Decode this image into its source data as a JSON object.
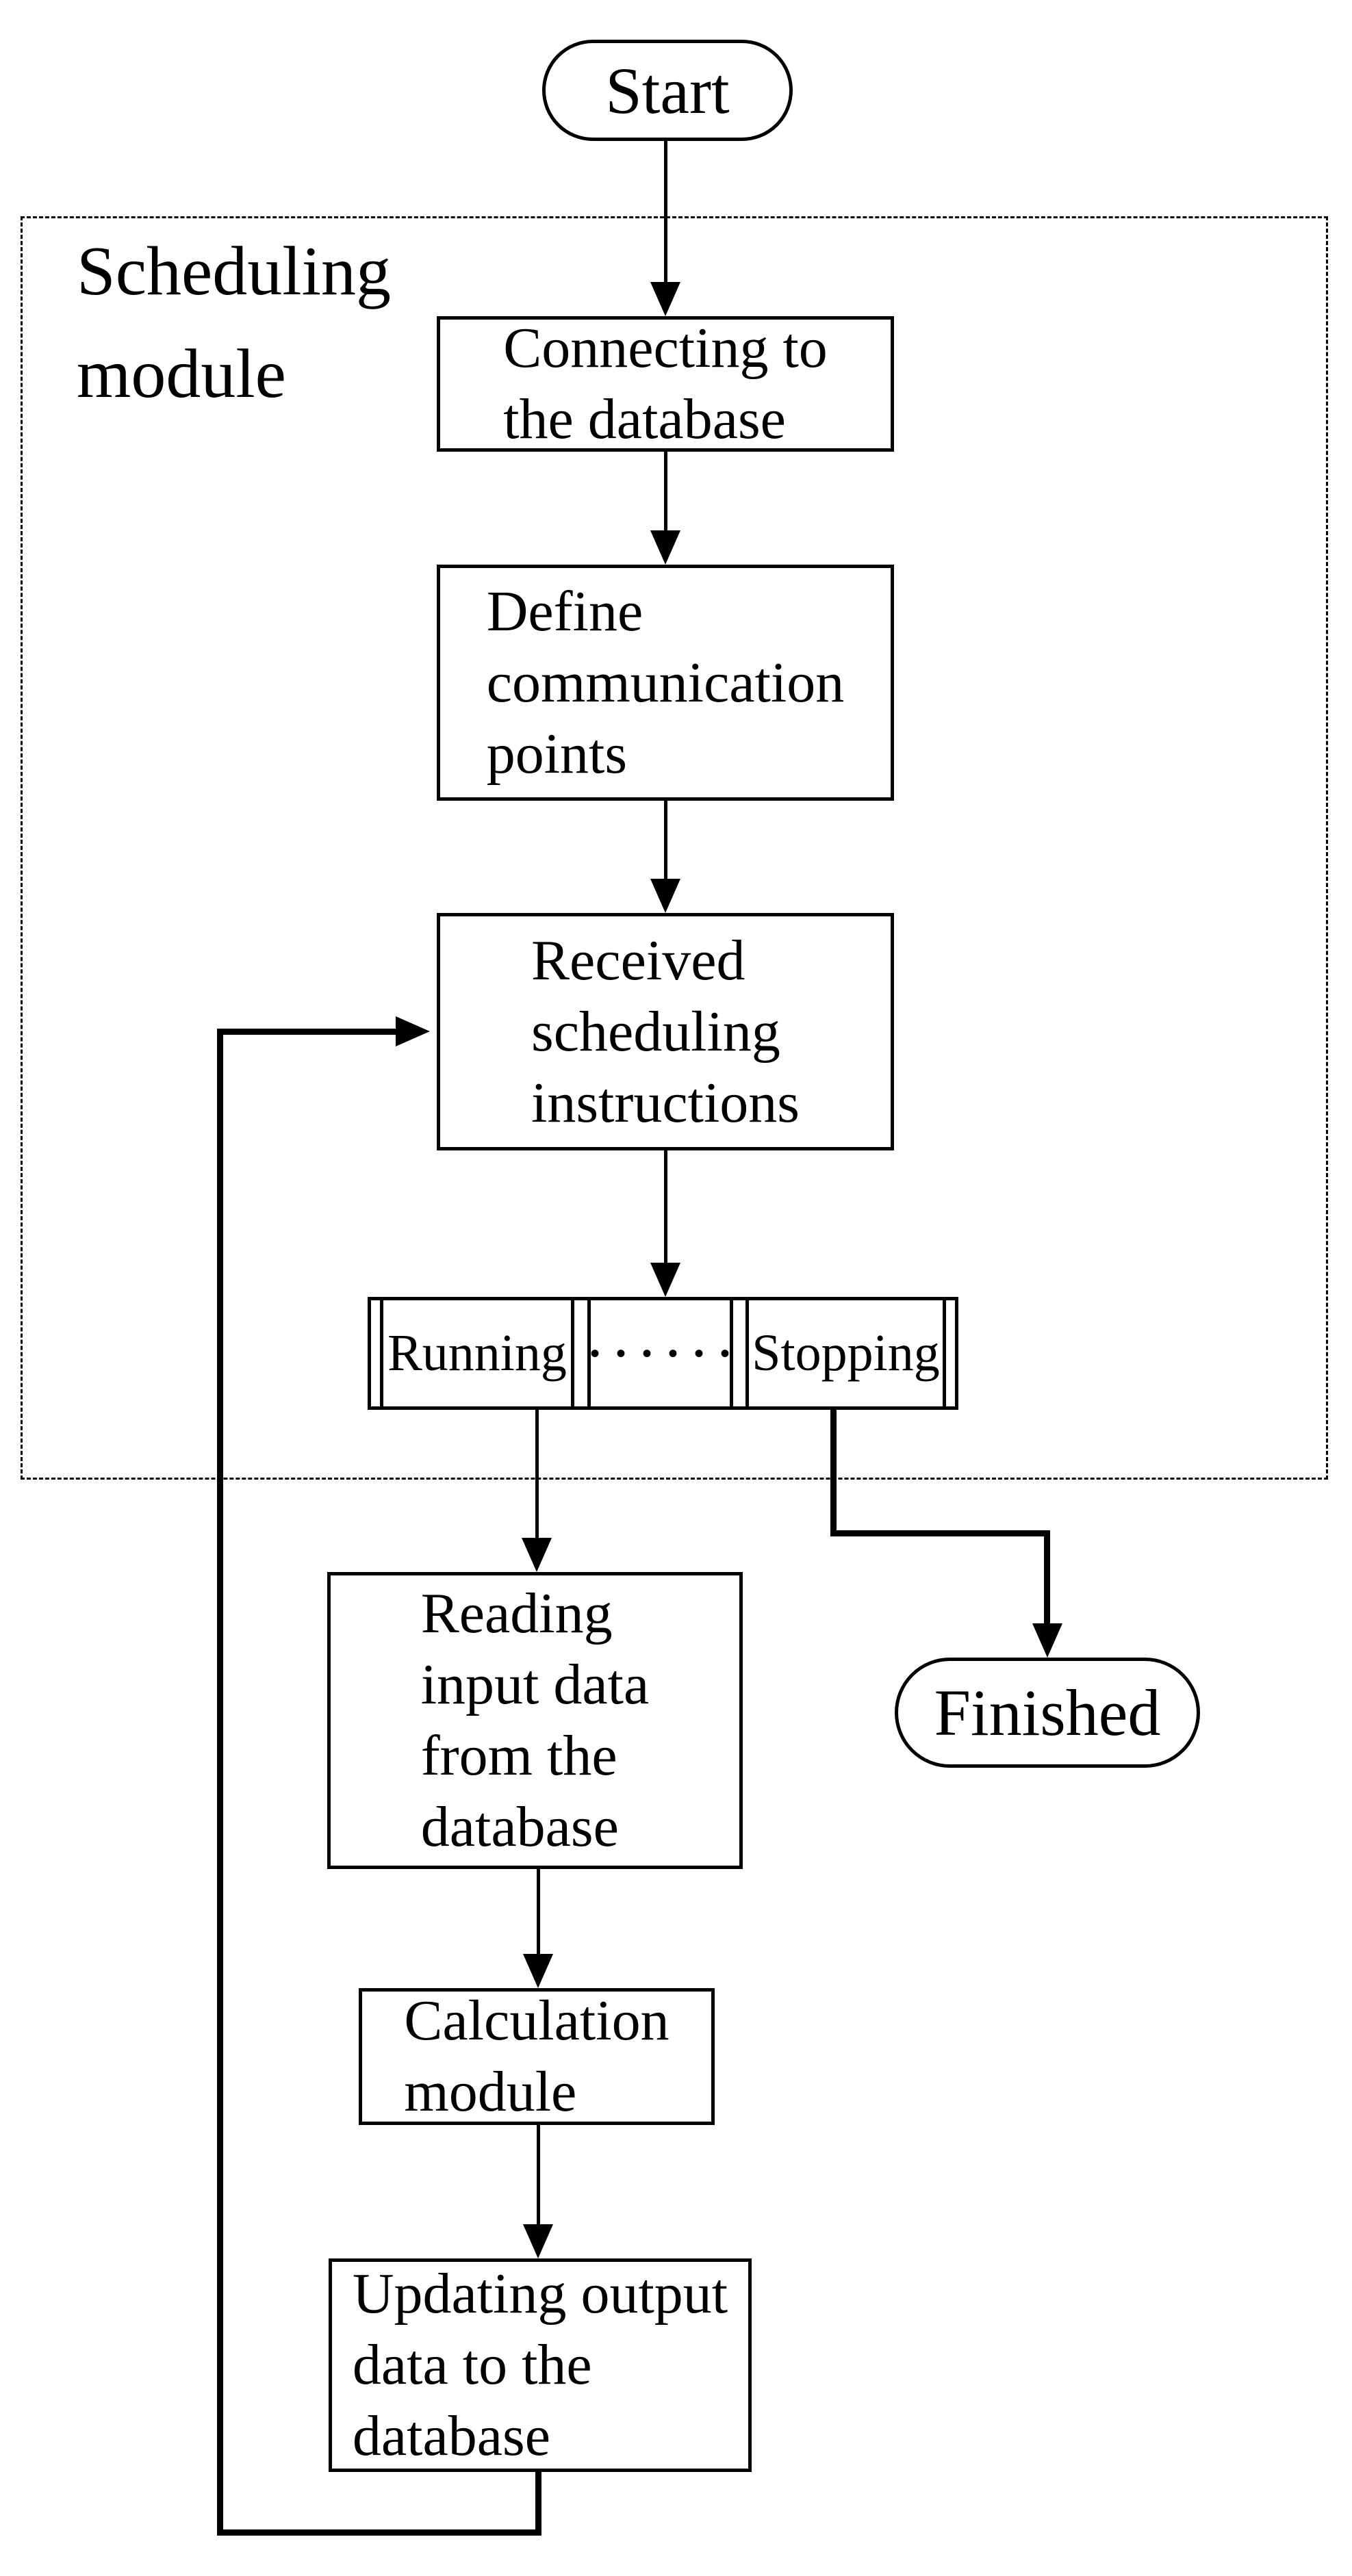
{
  "diagram": {
    "module": {
      "label": "Scheduling\nmodule"
    },
    "nodes": {
      "start": {
        "label": "Start",
        "type": "terminator"
      },
      "connecting": {
        "label": "Connecting to\nthe database",
        "type": "process"
      },
      "define": {
        "label": "Define\ncommunication\npoints",
        "type": "process"
      },
      "received": {
        "label": "Received\nscheduling\ninstructions",
        "type": "process"
      },
      "running": {
        "label": "Running",
        "type": "state-cell"
      },
      "ellipsis": {
        "label": "••••••",
        "type": "state-cell"
      },
      "stopping": {
        "label": "Stopping",
        "type": "state-cell"
      },
      "reading": {
        "label": "Reading\ninput data\nfrom the\ndatabase",
        "type": "process"
      },
      "finished": {
        "label": "Finished",
        "type": "terminator"
      },
      "calculation": {
        "label": "Calculation\nmodule",
        "type": "process"
      },
      "updating": {
        "label": "Updating output\ndata to the\ndatabase",
        "type": "process"
      }
    },
    "colors": {
      "ink": "#000000",
      "background": "#ffffff"
    }
  }
}
